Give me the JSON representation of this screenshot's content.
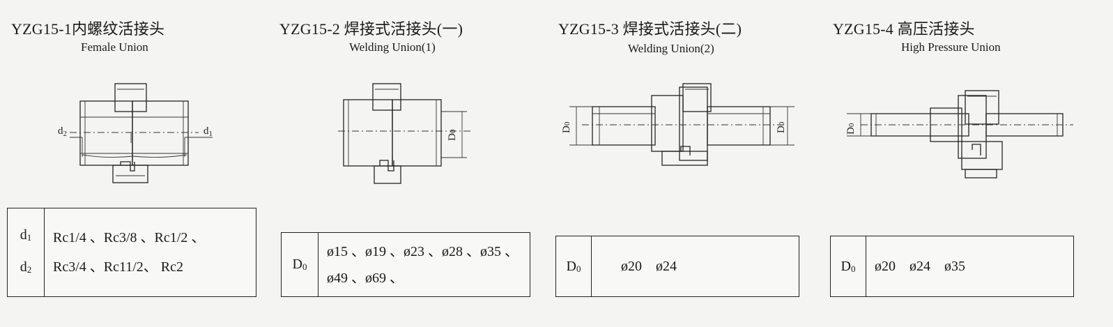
{
  "panels": [
    {
      "code": "YZG15-1",
      "title_cn": "内螺纹活接头",
      "subtitle": "Female Union",
      "dims": {
        "left": "d2",
        "right": "d1"
      },
      "spec": {
        "labels": [
          "d1",
          "d2"
        ],
        "lines": [
          "Rc1/4 、Rc3/8 、Rc1/2 、",
          "Rc3/4 、Rc11/2、 Rc2"
        ]
      }
    },
    {
      "code": "YZG15-2",
      "title_cn": "焊接式活接头(一)",
      "subtitle": "Welding Union(1)",
      "dims": {
        "d0": "D0"
      },
      "spec": {
        "labels": [
          "D0"
        ],
        "lines": [
          "ø15 、ø19 、ø23 、ø28 、ø35 、",
          "ø49 、ø69 、"
        ]
      }
    },
    {
      "code": "YZG15-3",
      "title_cn": "焊接式活接头(二)",
      "subtitle": "Welding Union(2)",
      "dims": {
        "d0_left": "D0",
        "d0_right": "D0"
      },
      "spec": {
        "labels": [
          "D0"
        ],
        "lines": [
          "ø20    ø24"
        ]
      }
    },
    {
      "code": "YZG15-4",
      "title_cn": "高压活接头",
      "subtitle": "High Pressure Union",
      "dims": {
        "d0": "D0"
      },
      "spec": {
        "labels": [
          "D0"
        ],
        "lines": [
          "ø20    ø24    ø35"
        ]
      }
    }
  ]
}
